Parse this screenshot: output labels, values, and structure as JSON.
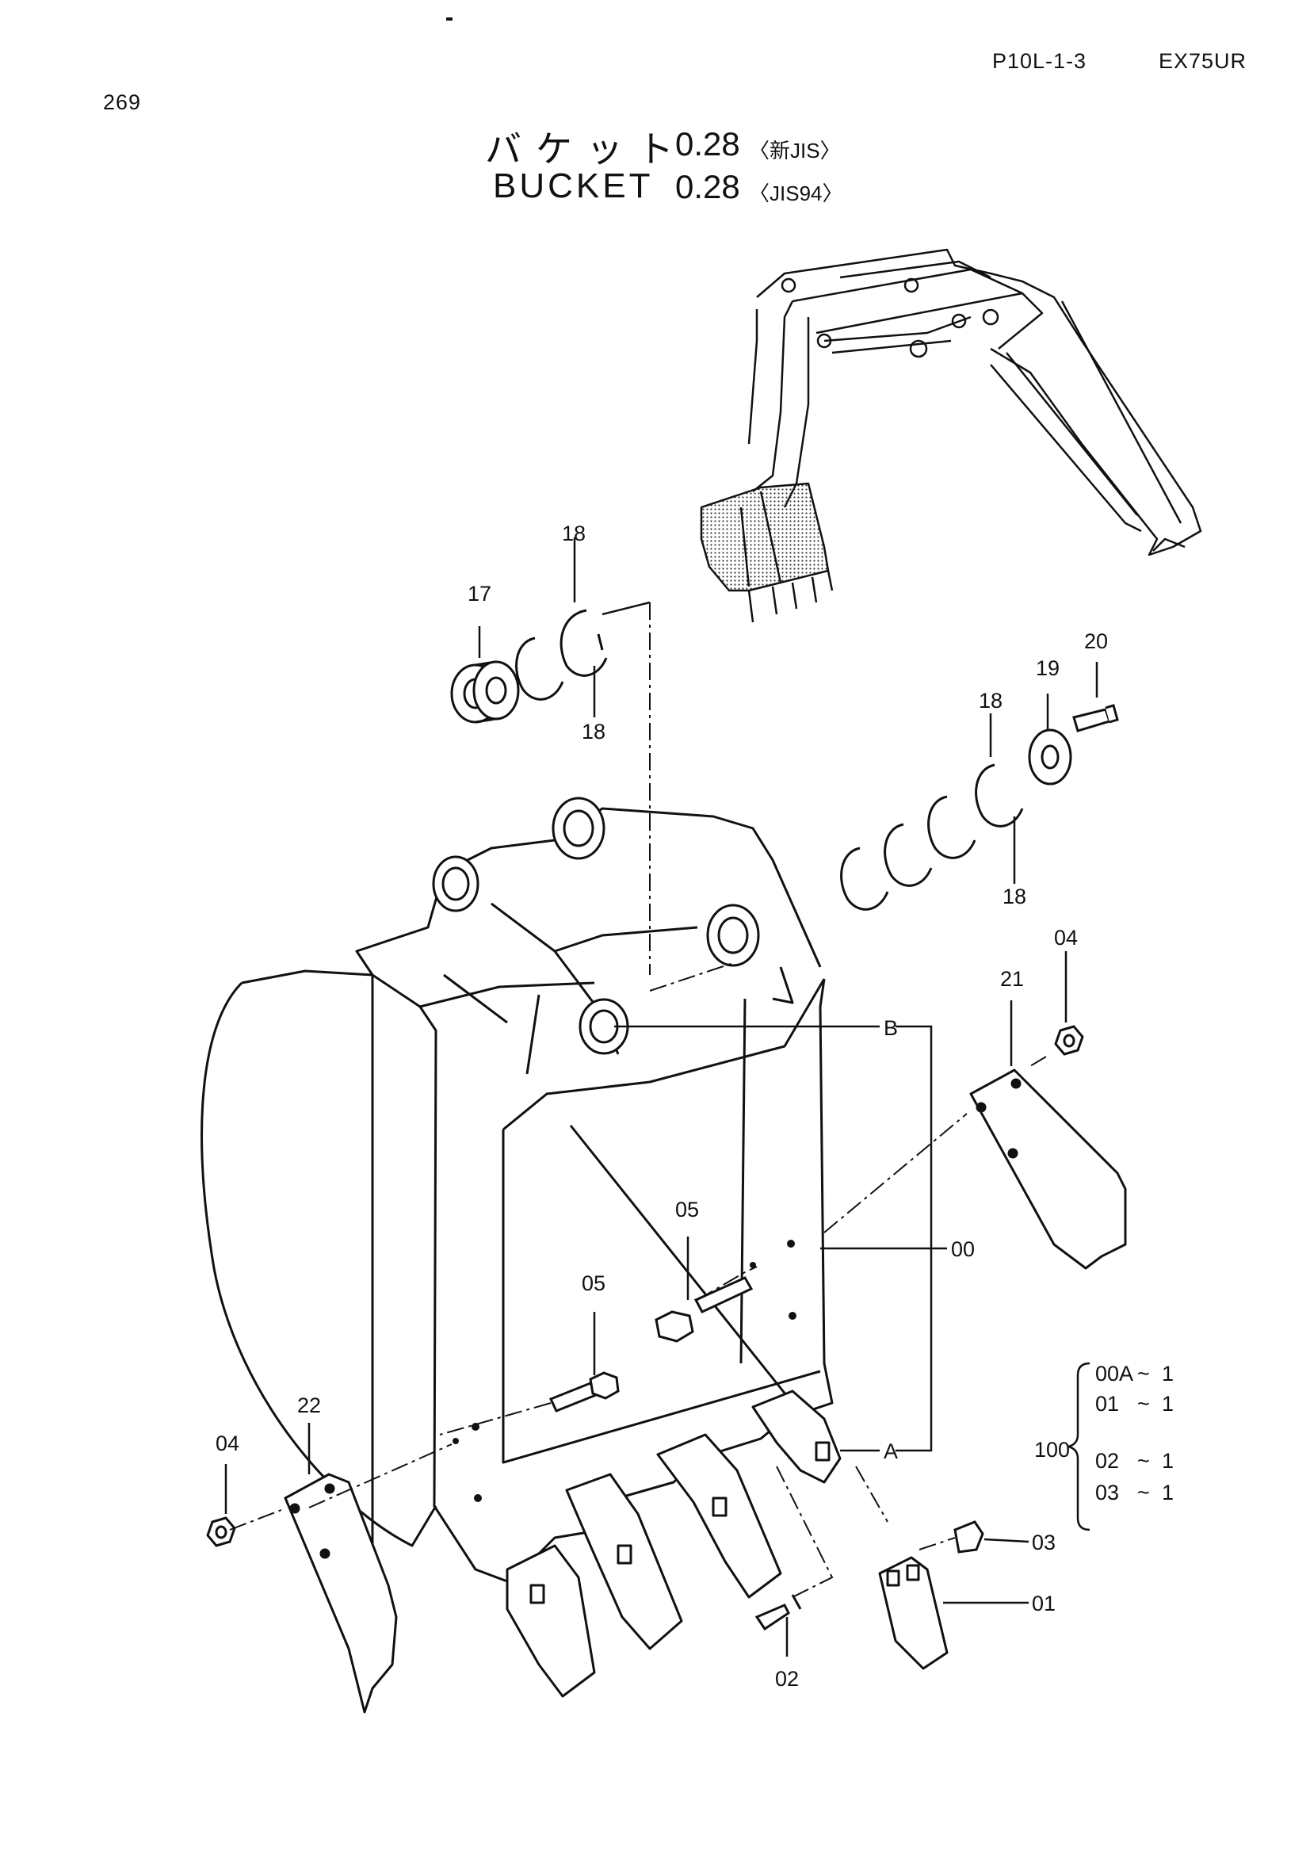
{
  "header": {
    "code": "P10L-1-3",
    "model": "EX75UR",
    "page_number": "269"
  },
  "title": {
    "jp_word": "バケット",
    "en_word": "BUCKET",
    "capacity": "0.28",
    "jp_tag": "〈新JIS〉",
    "en_tag": "〈JIS94〉"
  },
  "callouts": [
    {
      "id": "c17",
      "text": "17"
    },
    {
      "id": "c18a",
      "text": "18"
    },
    {
      "id": "c18b",
      "text": "18"
    },
    {
      "id": "c18c",
      "text": "18"
    },
    {
      "id": "c18d",
      "text": "18"
    },
    {
      "id": "c19",
      "text": "19"
    },
    {
      "id": "c20",
      "text": "20"
    },
    {
      "id": "c21",
      "text": "21"
    },
    {
      "id": "c04a",
      "text": "04"
    },
    {
      "id": "c04b",
      "text": "04"
    },
    {
      "id": "c05a",
      "text": "05"
    },
    {
      "id": "c05b",
      "text": "05"
    },
    {
      "id": "c22",
      "text": "22"
    },
    {
      "id": "c00",
      "text": "00"
    },
    {
      "id": "cB",
      "text": "B"
    },
    {
      "id": "cA",
      "text": "A"
    },
    {
      "id": "c03",
      "text": "03"
    },
    {
      "id": "c01",
      "text": "01"
    },
    {
      "id": "c02",
      "text": "02"
    }
  ],
  "kit": {
    "number": "100",
    "items": [
      {
        "part": "00A",
        "sep": "~",
        "qty": "1"
      },
      {
        "part": "01",
        "sep": "~",
        "qty": "1"
      },
      {
        "part": "02",
        "sep": "~",
        "qty": "1"
      },
      {
        "part": "03",
        "sep": "~",
        "qty": "1"
      }
    ]
  }
}
